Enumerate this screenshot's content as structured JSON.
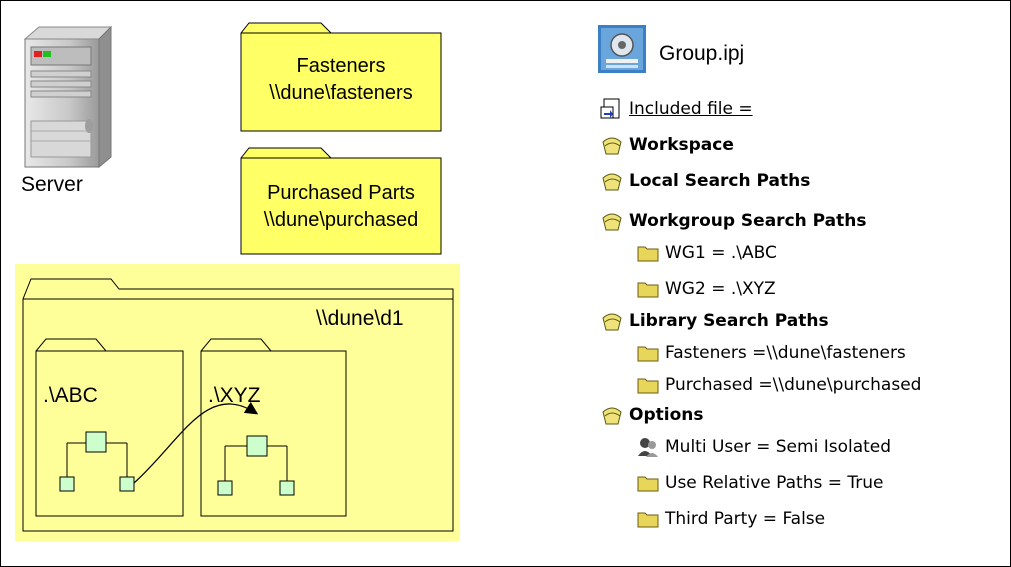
{
  "left_diagram": {
    "server_label": "Server",
    "folder_fasteners": {
      "line1": "Fasteners",
      "line2": "\\\\dune\\fasteners"
    },
    "folder_purchased": {
      "line1": "Purchased Parts",
      "line2": "\\\\dune\\purchased"
    },
    "workgroup_folder": {
      "path": "\\\\dune\\d1"
    },
    "subfolder_abc": {
      "label": ".\\ABC"
    },
    "subfolder_xyz": {
      "label": ".\\XYZ"
    }
  },
  "project_tree": {
    "title": "Group.ipj",
    "included_file": "Included file =",
    "workspace": "Workspace",
    "local_search_paths": "Local Search Paths",
    "workgroup_search_paths": "Workgroup Search Paths",
    "wg1": "WG1 = .\\ABC",
    "wg2": "WG2 = .\\XYZ",
    "library_search_paths": "Library Search Paths",
    "lib_fasteners": "Fasteners =\\\\dune\\fasteners",
    "lib_purchased": "Purchased =\\\\dune\\purchased",
    "options": "Options",
    "multi_user": "Multi User = Semi Isolated",
    "use_relative_paths": "Use Relative Paths = True",
    "third_party": "Third Party = False"
  },
  "colors": {
    "folder_yellow": "#ffff66",
    "workgroup_area": "#ffff99",
    "node_fill": "#ccffcc",
    "tree_folder": "#e8d65a"
  }
}
